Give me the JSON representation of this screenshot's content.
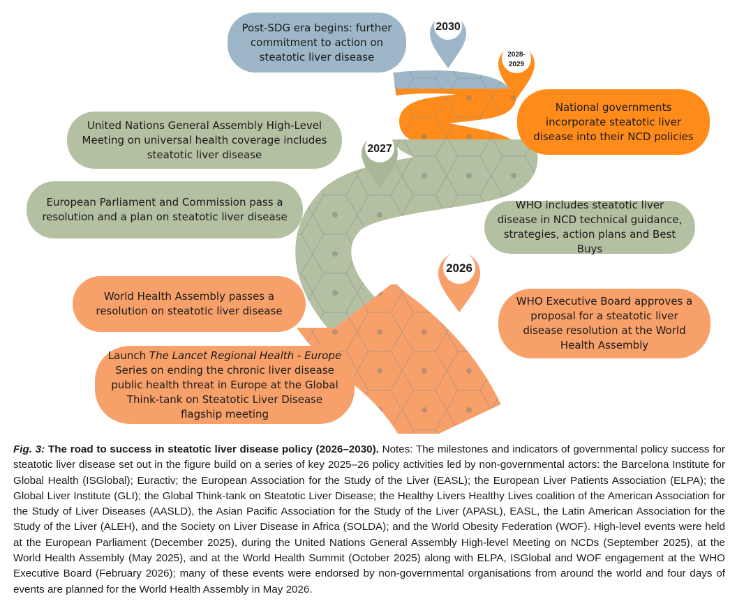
{
  "figure": {
    "pins": [
      {
        "label": "2030",
        "color": "#9db7c8"
      },
      {
        "label": "2028-",
        "label2": "2029",
        "color": "#ff8c1a"
      },
      {
        "label": "2027",
        "color": "#a8b896"
      },
      {
        "label": "2026",
        "color": "#f7a06a"
      }
    ],
    "bubbles": {
      "post_sdg": "Post-SDG era begins: further commitment to action on steatotic liver disease",
      "national_gov": "National governments incorporate steatotic liver disease into their NCD policies",
      "un_meeting": "United Nations General Assembly High-Level Meeting on universal health coverage includes steatotic liver disease",
      "eu_parliament": "European Parliament and Commission pass a resolution and a plan on steatotic liver disease",
      "who_ncd": "WHO includes steatotic liver disease in NCD technical guidance, strategies, action plans and Best Buys",
      "wha": "World Health Assembly passes a resolution on steatotic liver disease",
      "who_exec": "WHO Executive Board approves a proposal for a steatotic liver disease resolution at the World Health Assembly",
      "launch_prefix": "Launch ",
      "launch_italic": "The Lancet Regional Health - Europe",
      "launch_rest": " Series on ending the chronic liver disease public health threat in Europe at the Global Think-tank on Steatotic Liver Disease flagship meeting"
    },
    "colors": {
      "blue": "#9db7c8",
      "orange": "#ff8c1a",
      "green": "#b3c0a2",
      "peach": "#f7a06a"
    }
  },
  "caption": {
    "lead": "Fig. 3:",
    "title": "The road to success in steatotic liver disease policy (2026–2030).",
    "body": "Notes: The milestones and indicators of governmental policy success for steatotic liver disease set out in the figure build on a series of key 2025–26 policy activities led by non-governmental actors: the Barcelona Institute for Global Health (ISGlobal); Euractiv; the European Association for the Study of the Liver (EASL); the European Liver Patients Association (ELPA); the Global Liver Institute (GLI); the Global Think-tank on Steatotic Liver Disease; the Healthy Livers Healthy Lives coalition of the American Association for the Study of Liver Diseases (AASLD), the Asian Pacific Association for the Study of the Liver (APASL), EASL, the Latin American Association for the Study of the Liver (ALEH), and the Society on Liver Disease in Africa (SOLDA); and the World Obesity Federation (WOF). High-level events were held at the European Parliament (December 2025), during the United Nations General Assembly High-level Meeting on NCDs (September 2025), at the World Health Assembly (May 2025), and at the World Health Summit (October 2025) along with ELPA, ISGlobal and WOF engagement at the WHO Executive Board (February 2026); many of these events were endorsed by non-governmental organisations from around the world and four days of events are planned for the World Health Assembly in May 2026."
  }
}
